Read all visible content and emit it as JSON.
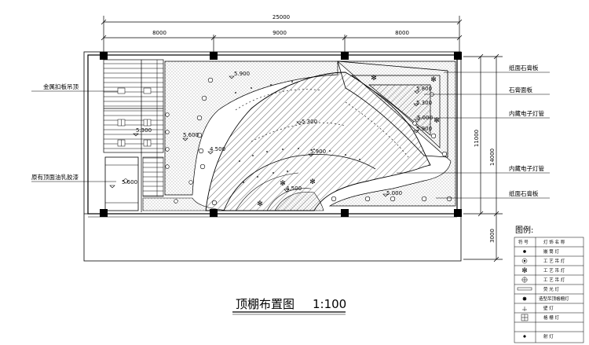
{
  "dimensions": {
    "total_width": "25000",
    "segment_1": "8000",
    "segment_2": "9000",
    "segment_3": "8000",
    "right_upper": "11000",
    "right_total": "14000",
    "right_lower": "3000"
  },
  "left_labels": {
    "metal_ceiling": "金属扣板吊顶",
    "original_ceiling": "原有顶面油乳胶漆"
  },
  "right_labels": {
    "gypsum_top": "纸面石膏板",
    "gypsum_panel": "石膏面板",
    "hidden_light_1": "内藏电子灯管",
    "hidden_light_2": "内藏电子灯管",
    "gypsum_bottom": "纸面石膏板"
  },
  "elevations": {
    "e1": "5.900",
    "e2": "5.300",
    "e3": "5.600",
    "e4": "4.500",
    "e5": "5.300",
    "e6": "5.600",
    "e7": "5.900",
    "e8": "4.500",
    "e9": "5.000",
    "e10": "5.800",
    "e11": "5.300",
    "e12": "5.000",
    "e13": "5.900"
  },
  "title": {
    "name": "顶棚布置图",
    "scale": "1:100"
  },
  "legend": {
    "heading": "图例:",
    "col_symbol": "符 号",
    "col_name": "灯 饰 名 称",
    "items": [
      "嵌 筒 灯",
      "工 艺 吊 灯",
      "工 艺 吊 灯",
      "工 艺 吊 灯",
      "荧 光 灯",
      "造型吊顶格栅灯",
      "壁 灯",
      "格 栅 灯",
      "射 灯"
    ]
  },
  "colors": {
    "line": "#000000",
    "stipple": "#6a6a6a"
  }
}
